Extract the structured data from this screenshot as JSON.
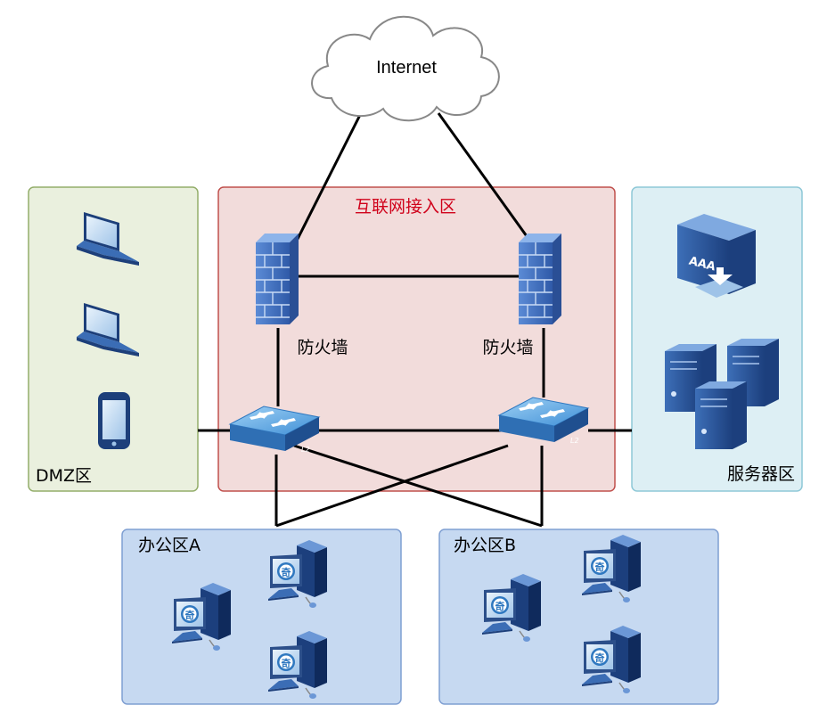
{
  "internet": {
    "label": "Internet"
  },
  "zones": {
    "dmz": {
      "label": "DMZ区",
      "fill": "#eaf0de",
      "stroke": "#93ad6a"
    },
    "internet_access": {
      "label": "互联网接入区",
      "fill": "#f2dcdb",
      "stroke": "#c0504d",
      "label_color": "#d0021b"
    },
    "servers": {
      "label": "服务器区",
      "fill": "#ddeff4",
      "stroke": "#8ec8d7"
    },
    "office_a": {
      "label": "办公区A",
      "fill": "#c6d9f1",
      "stroke": "#7f9fd2"
    },
    "office_b": {
      "label": "办公区B",
      "fill": "#c6d9f1",
      "stroke": "#7f9fd2"
    }
  },
  "firewalls": [
    {
      "label": "防火墙"
    },
    {
      "label": "防火墙"
    }
  ],
  "switch_badge": "L2",
  "server_badge": "AAA",
  "pc_badge": "奇",
  "icons": [
    "cloud-icon",
    "firewall-icon",
    "switch-icon",
    "laptop-icon",
    "phone-icon",
    "aaa-server-icon",
    "tower-server-icon",
    "desktop-pc-icon"
  ]
}
